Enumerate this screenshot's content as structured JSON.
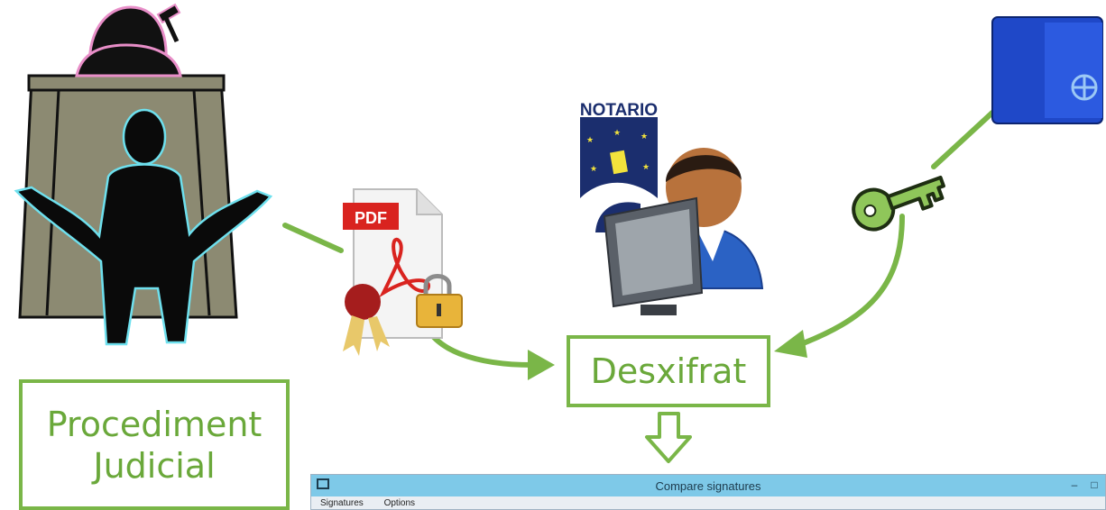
{
  "labels": {
    "procediment_line1": "Procediment",
    "procediment_line2": "Judicial",
    "desxifrat": "Desxifrat"
  },
  "icons": {
    "pdf_text": "PDF",
    "notario_text": "NOTARIO"
  },
  "window": {
    "title": "Compare signatures",
    "min_glyph": "–",
    "max_glyph": "□",
    "menu": [
      "Signatures",
      "Options"
    ]
  },
  "colors": {
    "accent_green": "#7ab648",
    "label_text": "#6aa83a",
    "titlebar": "#7ec9e8"
  }
}
